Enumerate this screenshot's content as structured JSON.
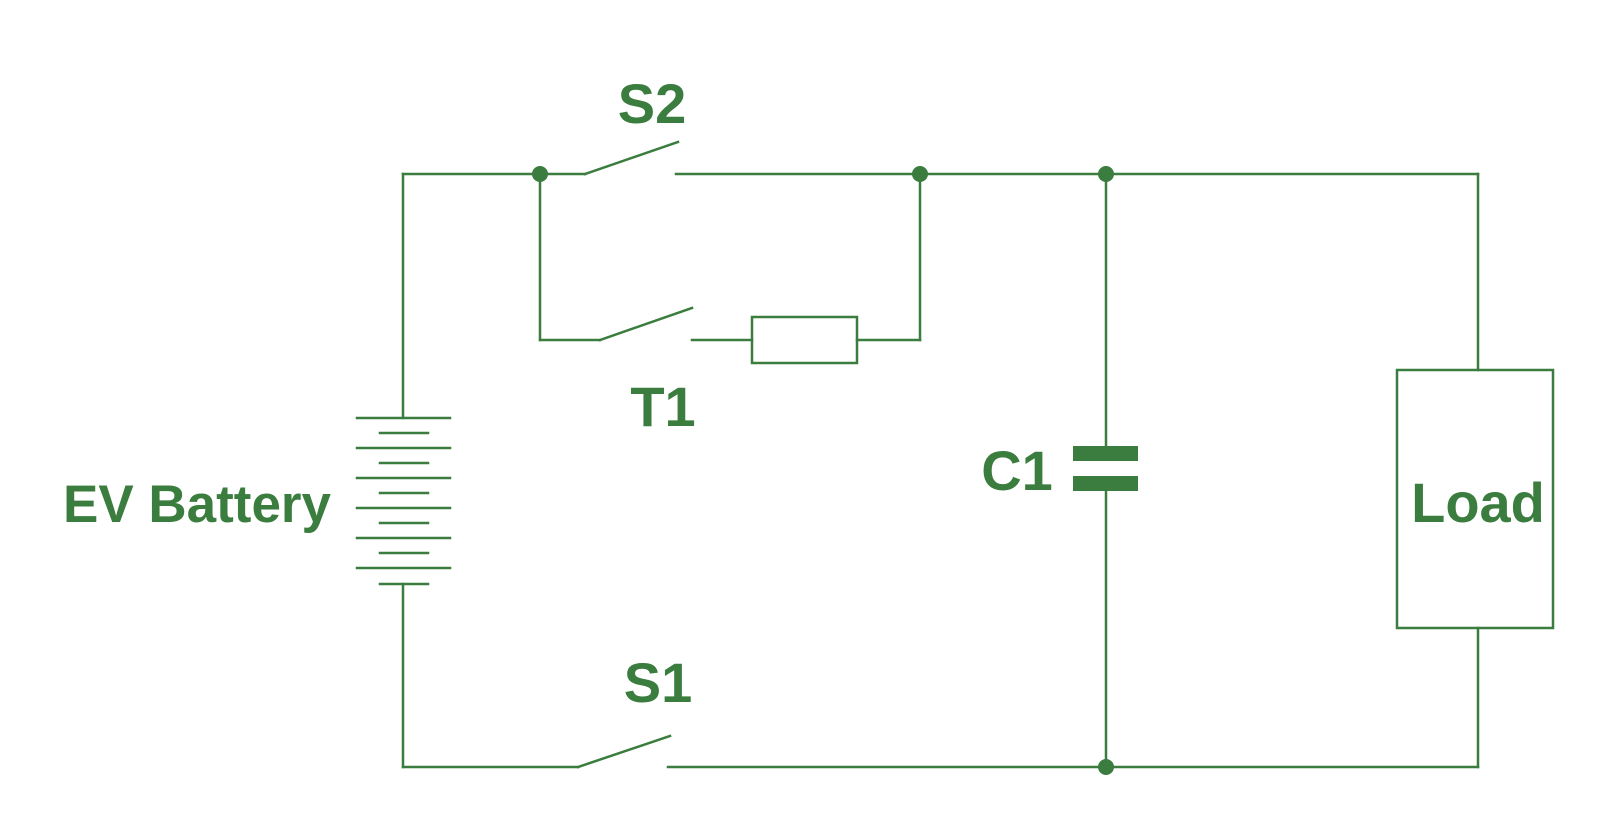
{
  "labels": {
    "s2": "S2",
    "s1": "S1",
    "t1": "T1",
    "c1": "C1",
    "battery": "EV Battery",
    "load": "Load"
  },
  "colors": {
    "ink": "#3a7d3e",
    "background": "#ffffff"
  }
}
